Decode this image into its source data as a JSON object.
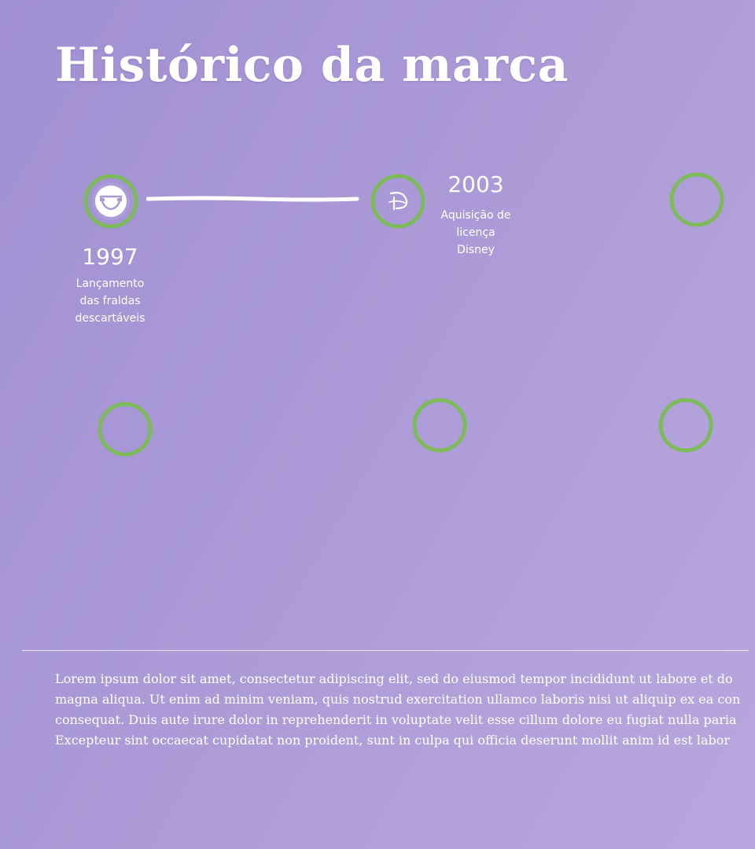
{
  "page": {
    "title": "Histórico da marca"
  },
  "timeline": {
    "events": [
      {
        "year": "1997",
        "description_lines": [
          "Lançamento",
          "das fraldas",
          "descartáveis"
        ],
        "icon": "diaper-icon"
      },
      {
        "year": "2003",
        "description_lines": [
          "Aquisição de",
          "licença",
          "Disney"
        ],
        "icon": "disney-logo-icon"
      }
    ]
  },
  "body": {
    "lines": [
      "Lorem ipsum dolor sit amet, consectetur adipiscing elit, sed do eiusmod tempor incididunt ut labore et do",
      "magna aliqua. Ut enim ad minim veniam, quis nostrud exercitation ullamco laboris nisi ut aliquip ex ea con",
      "consequat. Duis aute irure dolor in reprehenderit in voluptate velit esse cillum dolore eu fugiat nulla paria",
      "Excepteur sint occaecat cupidatat non proident, sunt in culpa qui officia deserunt mollit anim id est labor"
    ]
  },
  "colors": {
    "background_start": "#a190d2",
    "background_end": "#b8a7de",
    "ring": "#7dba5a",
    "text": "#ffffff"
  }
}
